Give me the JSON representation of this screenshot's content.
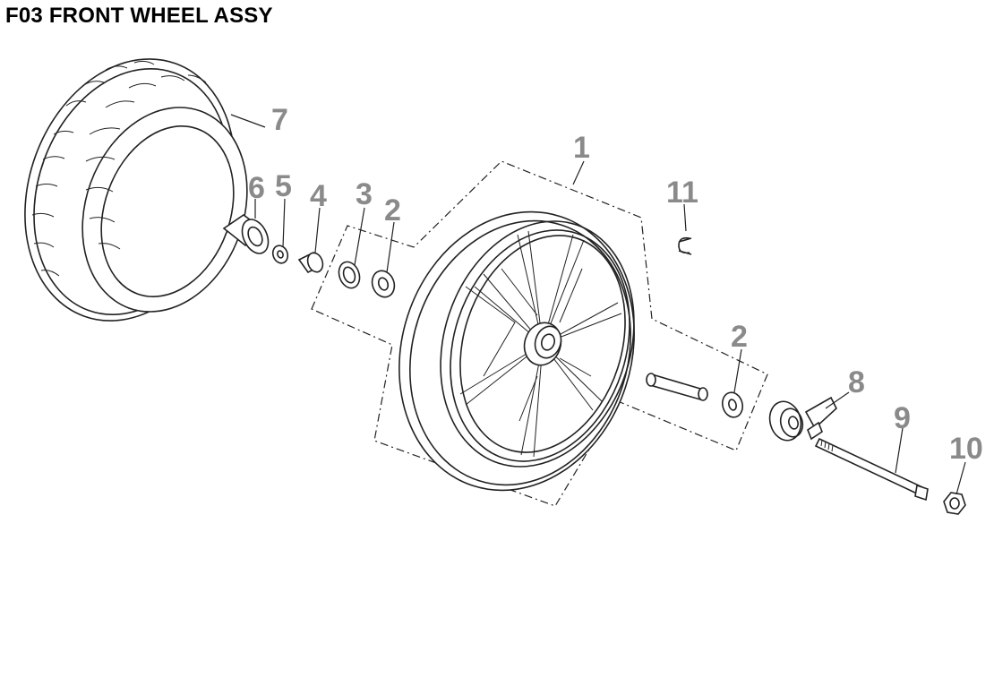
{
  "title": "F03 FRONT WHEEL ASSY",
  "callouts": {
    "c1": "1",
    "c2a": "2",
    "c2b": "2",
    "c3": "3",
    "c4": "4",
    "c5": "5",
    "c6": "6",
    "c7": "7",
    "c8": "8",
    "c9": "9",
    "c10": "10",
    "c11": "11"
  }
}
